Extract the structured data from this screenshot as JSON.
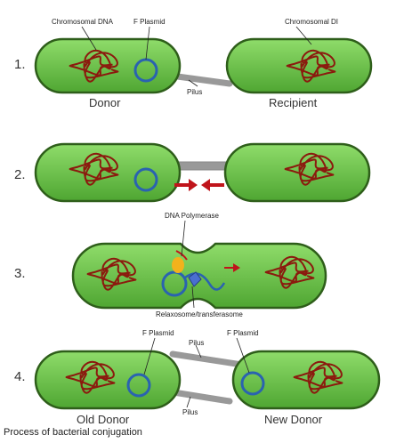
{
  "colors": {
    "cell_fill": "#6cc24a",
    "cell_stroke": "#2e5e1a",
    "dna": "#8b1a0e",
    "plasmid": "#2a63b0",
    "pilus": "#999999",
    "arrow": "#c0141b",
    "polymerase": "#f2b21c",
    "relaxosome": "#4a6fd0"
  },
  "steps": [
    "1.",
    "2.",
    "3.",
    "4."
  ],
  "labels": {
    "chromosomal_dna_left": "Chromosomal DNA",
    "chromosomal_dna_right": "Chromosomal DI",
    "f_plasmid_1": "F Plasmid",
    "pilus_1": "Pilus",
    "donor": "Donor",
    "recipient": "Recipient",
    "dna_polymerase": "DNA Polymerase",
    "relaxosome_transferasome": "Relaxosome/transferasome",
    "f_plasmid_4_left": "F Plasmid",
    "f_plasmid_4_right": "F Plasmid",
    "pilus_4_top": "Pilus",
    "pilus_4_bottom": "Pilus",
    "old_donor": "Old Donor",
    "new_donor": "New Donor"
  },
  "caption": "Process of bacterial conjugation"
}
